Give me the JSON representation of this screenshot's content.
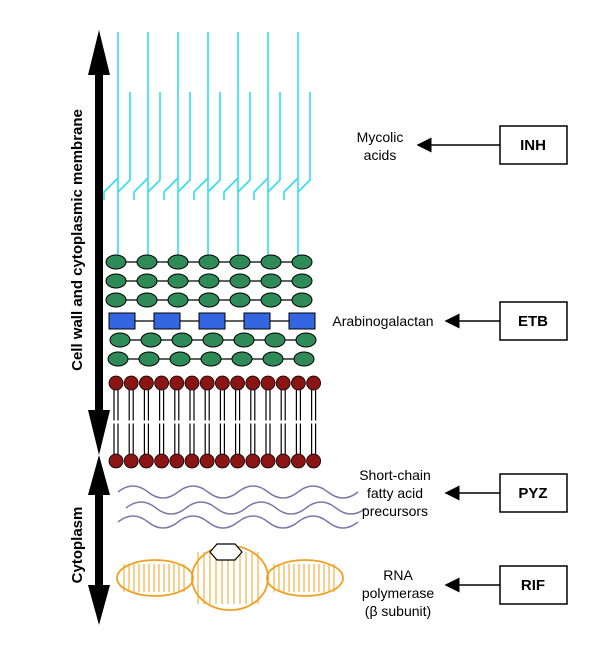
{
  "side_labels": {
    "upper": "Cell wall and cytoplasmic membrane",
    "lower": "Cytoplasm"
  },
  "targets": [
    {
      "id": "inh",
      "lines": [
        "Mycolic",
        "acids"
      ],
      "drug": "INH"
    },
    {
      "id": "etb",
      "lines": [
        "Arabinogalactan"
      ],
      "drug": "ETB"
    },
    {
      "id": "pyz",
      "lines": [
        "Short-chain",
        "fatty acid",
        "precursors"
      ],
      "drug": "PYZ"
    },
    {
      "id": "rif",
      "lines": [
        "RNA",
        "polymerase",
        "(β subunit)"
      ],
      "drug": "RIF"
    }
  ],
  "colors": {
    "mycolic": "#33DDEE",
    "green": "#2E8B57",
    "blue": "#3366E0",
    "lipid_head": "#8B1414",
    "wave": "#7A7AAA",
    "rna": "#F0A020",
    "outline": "#000000"
  }
}
